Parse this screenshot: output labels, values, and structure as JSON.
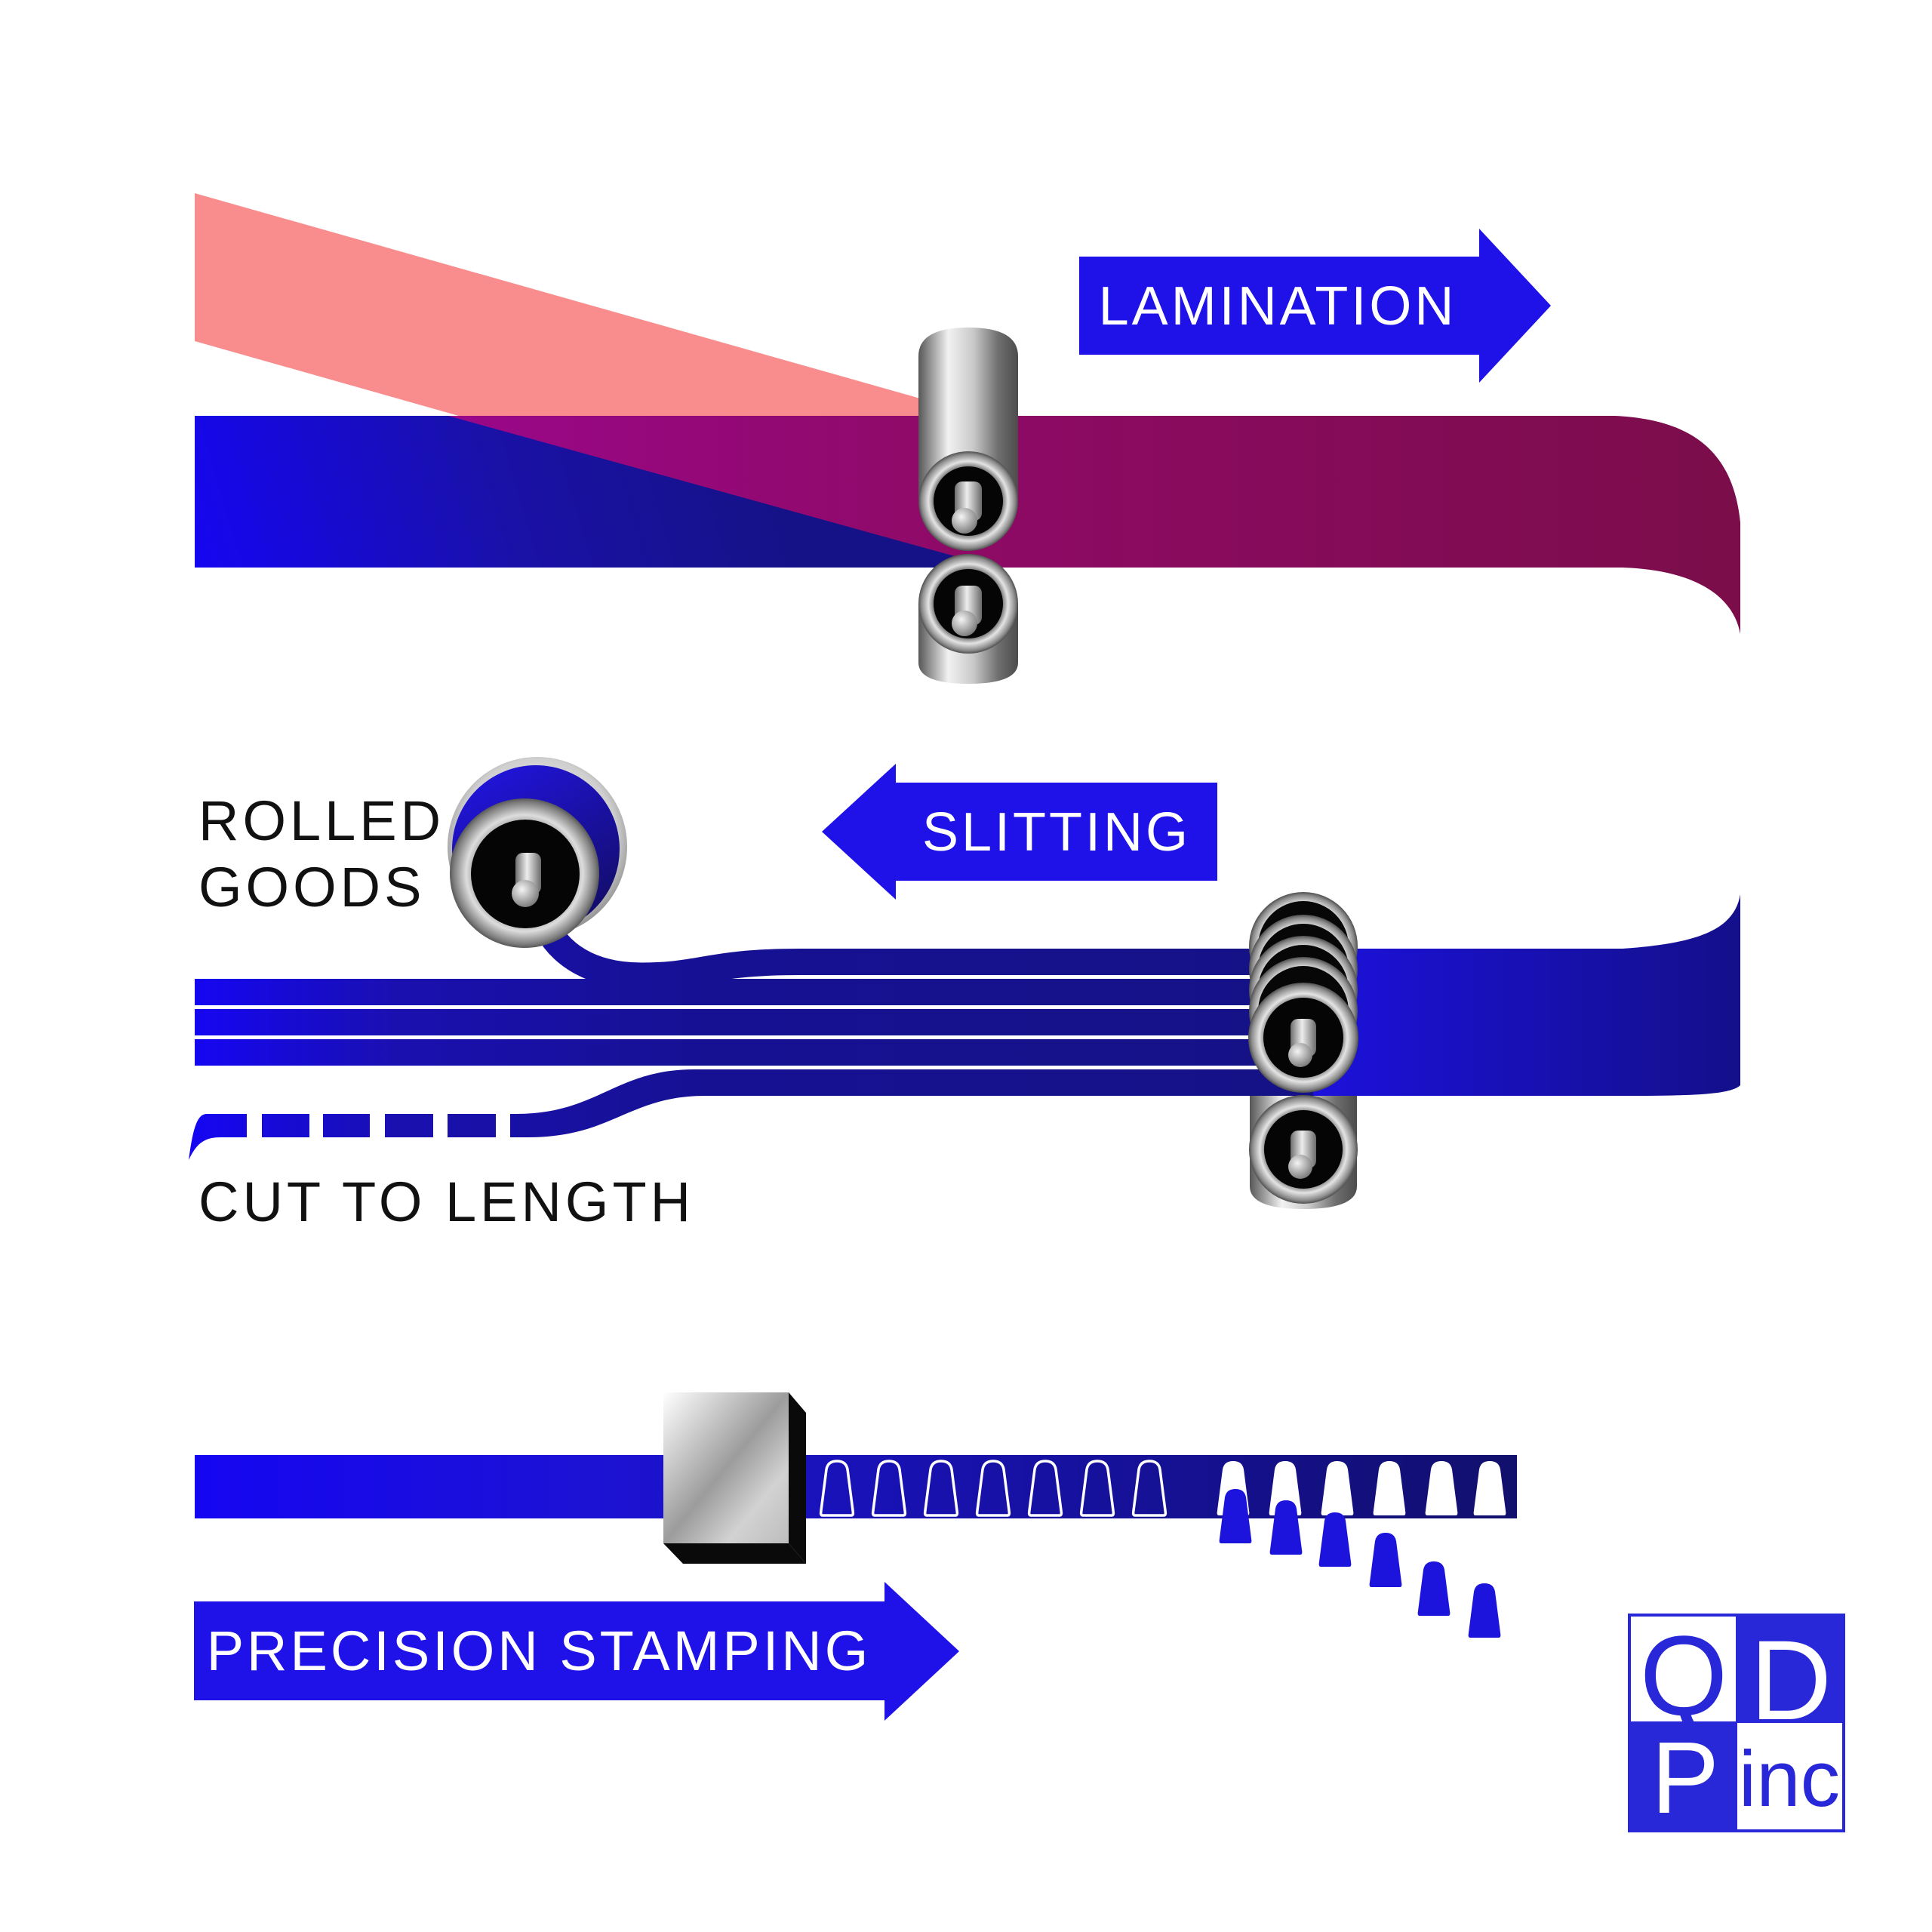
{
  "title": "Metal processing workflow diagram",
  "labels": {
    "lamination": "LAMINATION",
    "slitting": "SLITTING",
    "rolled_goods_line1": "ROLLED",
    "rolled_goods_line2": "GOODS",
    "cut_to_length": "CUT TO LENGTH",
    "precision_stamping": "PRECISION STAMPING"
  },
  "logo": {
    "letter_q": "Q",
    "letter_d": "D",
    "letter_p": "P",
    "suffix": "inc"
  },
  "colors": {
    "arrow_blue": "#1F12E8",
    "bright_blue": "#1506F2",
    "mid_blue": "#1C13DC",
    "navy": "#151287",
    "navy_dark": "#11106C",
    "pink": "#F98D8D",
    "magenta": "#9A0789",
    "burgundy": "#7B0D4A",
    "logo_blue": "#2828D8",
    "text_black": "#111111",
    "white": "#FFFFFF"
  },
  "figure_counts": {
    "slit_strips": 5,
    "cut_dashes": 5,
    "stamped_outline_teeth": 7,
    "punched_holes": 6,
    "falling_pieces": 6,
    "slitter_discs": 4
  }
}
